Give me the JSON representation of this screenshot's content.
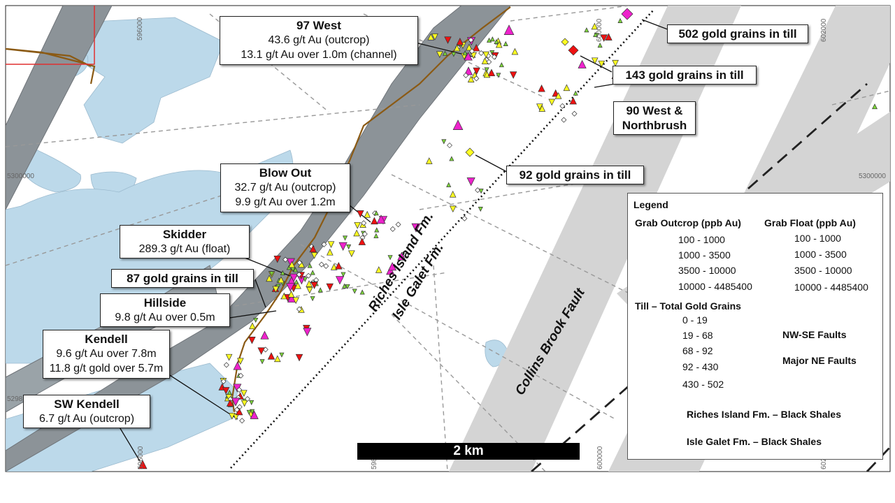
{
  "callouts": {
    "west97": {
      "title": "97 West",
      "line1": "43.6 g/t Au (outcrop)",
      "line2": "13.1 g/t Au over 1.0m (channel)"
    },
    "grains502": "502 gold grains in till",
    "grains143": "143 gold grains in till",
    "west90": {
      "line1": "90 West &",
      "line2": "Northbrush"
    },
    "grains92": "92 gold grains in till",
    "blowout": {
      "title": "Blow Out",
      "line1": "32.7 g/t Au (outcrop)",
      "line2": "9.9 g/t Au over 1.2m"
    },
    "skidder": {
      "title": "Skidder",
      "line1": "289.3 g/t Au (float)"
    },
    "grains87": "87 gold grains in till",
    "hillside": {
      "title": "Hillside",
      "line1": "9.8 g/t Au over 0.5m"
    },
    "kendell": {
      "title": "Kendell",
      "line1": "9.6 g/t Au over 7.8m",
      "line2": "11.8 g/t gold over 5.7m"
    },
    "swkendell": {
      "title": "SW Kendell",
      "line1": "6.7 g/t Au (outcrop)"
    }
  },
  "formations": {
    "riches": "Riches Island Fm.",
    "galet": "Isle Galet Fm.",
    "fault": "Collins Brook Fault"
  },
  "scale_label": "2 km",
  "coords": {
    "x1": "596000",
    "x2": "600000",
    "x3": "602000",
    "x4": "598",
    "y1": "5300000",
    "y1r": "5300000",
    "y2": "5298"
  },
  "legend": {
    "title": "Legend",
    "outcrop_title": "Grab Outcrop (ppb Au)",
    "float_title": "Grab Float (ppb Au)",
    "outcrop": [
      "100 - 1000",
      "1000 - 3500",
      "3500 - 10000",
      "10000 - 4485400"
    ],
    "float": [
      "100 - 1000",
      "1000 - 3500",
      "3500 - 10000",
      "10000 - 4485400"
    ],
    "till_title": "Till – Total Gold Grains",
    "till": [
      "0 - 19",
      "19 - 68",
      "68 - 92",
      "92 - 430",
      "430 - 502"
    ],
    "nwse": "NW-SE Faults",
    "major": "Major NE Faults",
    "riches": "Riches Island Fm.  – Black Shales",
    "galet": "Isle Galet Fm. – Black Shales"
  },
  "colors": {
    "riches": "#8c9398",
    "galet": "#d4d4d4",
    "water": "#bcd9ea",
    "green": "#7dd63a",
    "yellow": "#ffff22",
    "red": "#ee1111",
    "magenta": "#ee22cc",
    "trail": "#8b5a14"
  }
}
